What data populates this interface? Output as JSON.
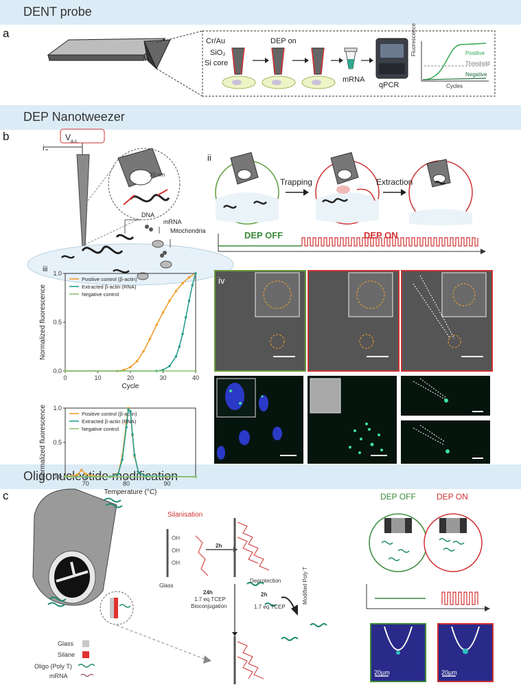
{
  "sections": {
    "dent": "DENT probe",
    "dep": "DEP Nanotweezer",
    "oligo": "Oligonucleotide modification"
  },
  "panels": {
    "a": "a",
    "b": "b",
    "c": "c"
  },
  "panel_a": {
    "layers": [
      "Cr/Au",
      "SiO₂",
      "Si core"
    ],
    "dep_on": "DEP on",
    "mrna": "mRNA",
    "qpcr": "qPCR",
    "graph": {
      "ylabel": "Fluorescence",
      "xlabel": "Cycles",
      "positive": "Positive",
      "threshold": "Threshold",
      "negative": "Negative"
    }
  },
  "panel_b": {
    "sub_i": "i",
    "sub_ii": "ii",
    "sub_iii": "iii",
    "sub_iv": "iv",
    "vac": "V",
    "vac_sub": "a.c.",
    "nm": "20 nm",
    "dna": "DNA",
    "mrna": "mRNA",
    "mito": "Mitochondria",
    "trapping": "Trapping",
    "extraction": "Extraction",
    "dep_off": "DEP OFF",
    "dep_on": "DEP ON"
  },
  "chart_data": [
    {
      "type": "line",
      "xlabel": "Cycle",
      "ylabel": "Normalized fluorescence",
      "xlim": [
        0,
        40
      ],
      "ylim": [
        0,
        1
      ],
      "xticks": [
        0,
        10,
        20,
        30,
        40
      ],
      "yticks": [
        "0.0",
        "0.5",
        "1.0"
      ],
      "legend_position": "top-left",
      "series": [
        {
          "name": "Positive control (β-actin)",
          "color": "#f0a030",
          "x": [
            0,
            16,
            18,
            20,
            22,
            24,
            26,
            28,
            30,
            32,
            34,
            36,
            38,
            40
          ],
          "y": [
            0,
            0,
            0.01,
            0.04,
            0.1,
            0.2,
            0.33,
            0.47,
            0.6,
            0.72,
            0.82,
            0.9,
            0.96,
            1.0
          ]
        },
        {
          "name": "Extracted β-actin (RNA)",
          "color": "#2a9d8f",
          "x": [
            0,
            28,
            30,
            32,
            34,
            35,
            36,
            37,
            38,
            39,
            40
          ],
          "y": [
            0,
            0,
            0.01,
            0.05,
            0.15,
            0.25,
            0.38,
            0.55,
            0.72,
            0.88,
            1.0
          ]
        },
        {
          "name": "Negative control",
          "color": "#8fc36f",
          "x": [
            0,
            40
          ],
          "y": [
            0,
            0
          ]
        }
      ]
    },
    {
      "type": "line",
      "xlabel": "Temperature (°C)",
      "ylabel": "Normalized fluorescence",
      "xlim": [
        65,
        97
      ],
      "ylim": [
        0,
        1
      ],
      "xticks": [
        70,
        80,
        90
      ],
      "yticks": [
        "0.0",
        "0.5",
        "1.0"
      ],
      "legend_position": "top-left",
      "series": [
        {
          "name": "Positive control (β-actin)",
          "color": "#f0a030",
          "x": [
            65,
            68,
            69,
            70,
            72,
            76,
            78,
            79,
            80,
            80.5,
            81,
            81.5,
            82,
            83,
            85,
            90,
            97
          ],
          "y": [
            0,
            0.03,
            0.1,
            0.04,
            0.01,
            0,
            0.05,
            0.3,
            0.78,
            1.0,
            0.95,
            0.6,
            0.3,
            0.06,
            0.01,
            0,
            0
          ]
        },
        {
          "name": "Extracted β-actin (RNA)",
          "color": "#2a9d8f",
          "x": [
            65,
            70,
            76,
            78,
            79,
            80,
            80.5,
            81,
            81.5,
            82,
            83,
            85,
            97
          ],
          "y": [
            0,
            0,
            0,
            0.04,
            0.25,
            0.72,
            0.98,
            0.95,
            0.62,
            0.32,
            0.06,
            0.01,
            0
          ]
        },
        {
          "name": "Negative control",
          "color": "#8fc36f",
          "x": [
            65,
            97
          ],
          "y": [
            0,
            0
          ]
        }
      ]
    }
  ],
  "panel_c": {
    "silanisation": "Silanisation",
    "glass": "Glass",
    "time1": "2h",
    "time2": "24h",
    "eq1": "1.7 eq TCEP",
    "bioconj": "Bioconjugation",
    "deprotection": "Deprotection",
    "time3": "2h",
    "eq2": "1.7 eq TCEP",
    "modified": "Modified Poly T",
    "legend": [
      "Glass",
      "Silane",
      "Oligo (Poly T)",
      "mRNA"
    ],
    "dep_off": "DEP OFF",
    "dep_on": "DEP ON",
    "scale": "20µm",
    "colors": {
      "green": "#3a8a3a",
      "red": "#d03030",
      "teal": "#1f8a70"
    }
  }
}
